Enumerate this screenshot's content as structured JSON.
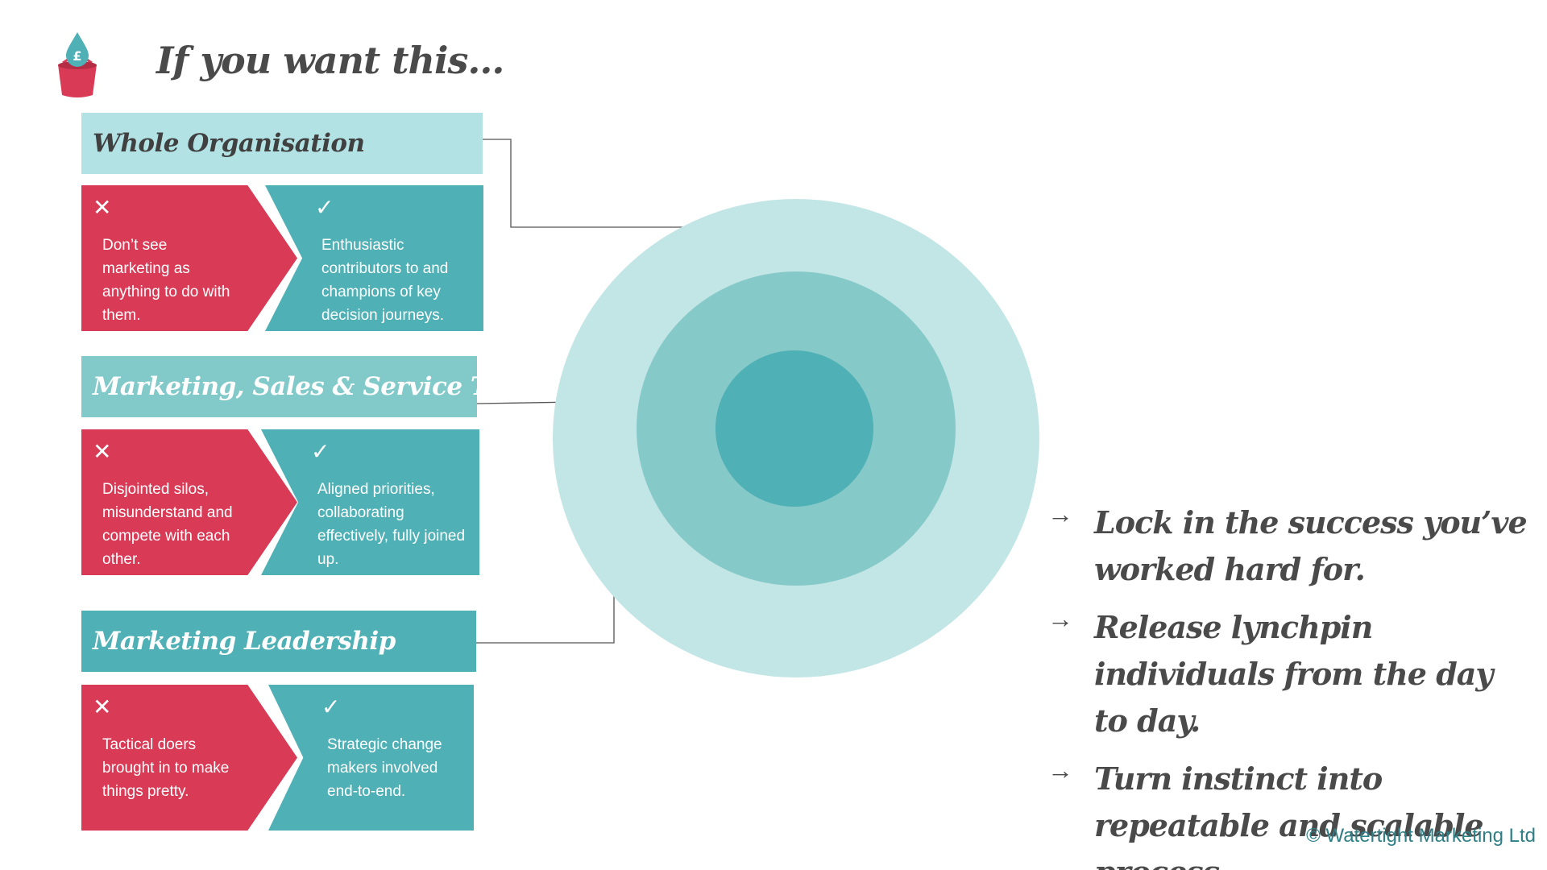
{
  "title": "If you want this...",
  "levels": [
    {
      "header": "Whole Organisation",
      "negative": "Don’t see marketing as anything to do with them.",
      "positive": "Enthusiastic contributors to and champions of key decision journeys."
    },
    {
      "header": "Marketing, Sales & Service Teams",
      "negative": "Disjointed silos, misunderstand and compete with each other.",
      "positive": "Aligned priorities, collaborating effectively, fully joined up."
    },
    {
      "header": "Marketing Leadership",
      "negative": "Tactical doers brought in to make things pretty.",
      "positive": "Strategic change makers involved end-to-end."
    }
  ],
  "benefits": [
    "Lock in the success you’ve worked hard for.",
    "Release lynchpin individuals from the day to day.",
    "Turn instinct into repeatable and scalable process."
  ],
  "copyright": "© Watertight Marketing Ltd",
  "colors": {
    "red": "#d93a55",
    "teal": "#4fb0b5",
    "teal_mid": "#86c9c9",
    "teal_light": "#c2e5e5",
    "header_light": "#b3e2e5",
    "text_dark": "#4a4a4a"
  },
  "icons": {
    "negative": "cross-icon",
    "positive": "check-icon",
    "bullet": "arrow-right-icon",
    "logo": "bucket-drop-logo"
  }
}
